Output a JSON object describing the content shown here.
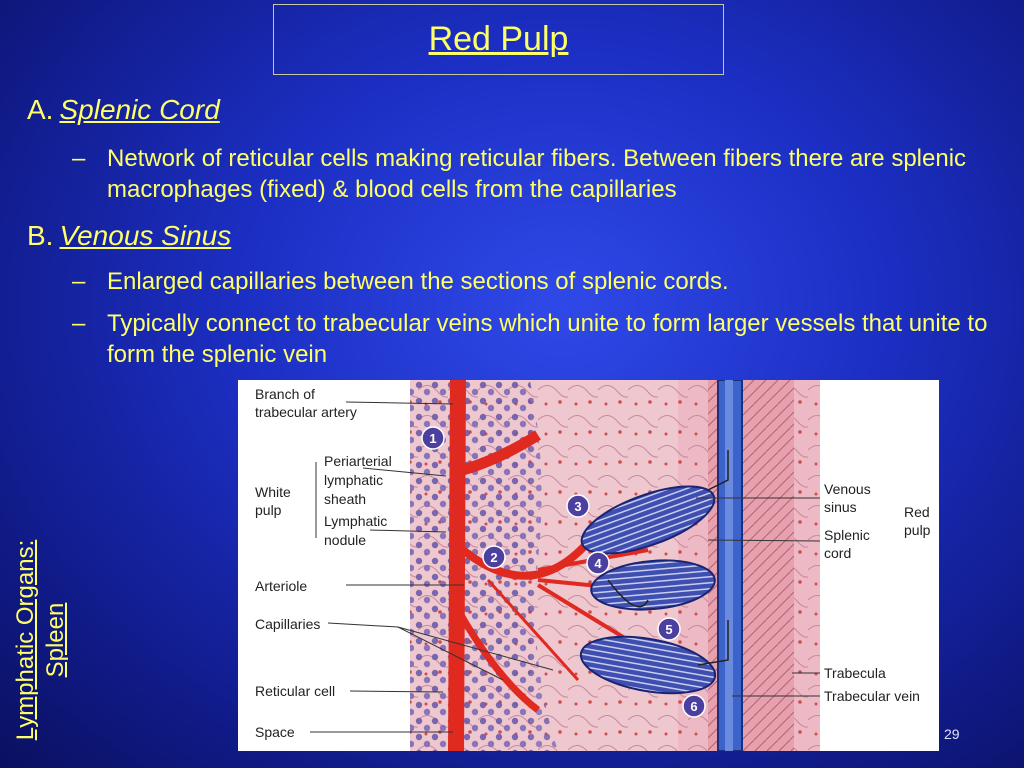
{
  "slide": {
    "title": "Red Pulp",
    "section_a": {
      "letter": "A.",
      "name": "Splenic Cord"
    },
    "section_a_bullet_1": "Network of reticular cells making reticular fibers.  Between fibers there are splenic macrophages (fixed) & blood cells from the capillaries",
    "section_b": {
      "letter": "B.",
      "name": "Venous Sinus"
    },
    "section_b_bullet_1": "Enlarged capillaries between the sections of splenic cords.",
    "section_b_bullet_2": "Typically connect to trabecular veins which unite to form larger vessels that unite to form the splenic vein",
    "dash": "–",
    "side_label_line1": "Lymphatic Organs:",
    "side_label_line2": "Spleen",
    "page_number": "29"
  },
  "figure": {
    "left_labels": {
      "branch_1": "Branch of",
      "branch_2": "trabecular artery",
      "white_1": "White",
      "white_2": "pulp",
      "peri_1": "Periarterial",
      "peri_2": "lymphatic",
      "peri_3": "sheath",
      "nod_1": "Lymphatic",
      "nod_2": "nodule",
      "arteriole": "Arteriole",
      "capillaries": "Capillaries",
      "reticular": "Reticular cell",
      "space": "Space"
    },
    "right_labels": {
      "venous_1": "Venous",
      "venous_2": "sinus",
      "cord_1": "Splenic",
      "cord_2": "cord",
      "red_1": "Red",
      "red_2": "pulp",
      "trabecula": "Trabecula",
      "trab_vein": "Trabecular vein"
    },
    "step_numbers": [
      "1",
      "2",
      "3",
      "4",
      "5",
      "6"
    ]
  }
}
